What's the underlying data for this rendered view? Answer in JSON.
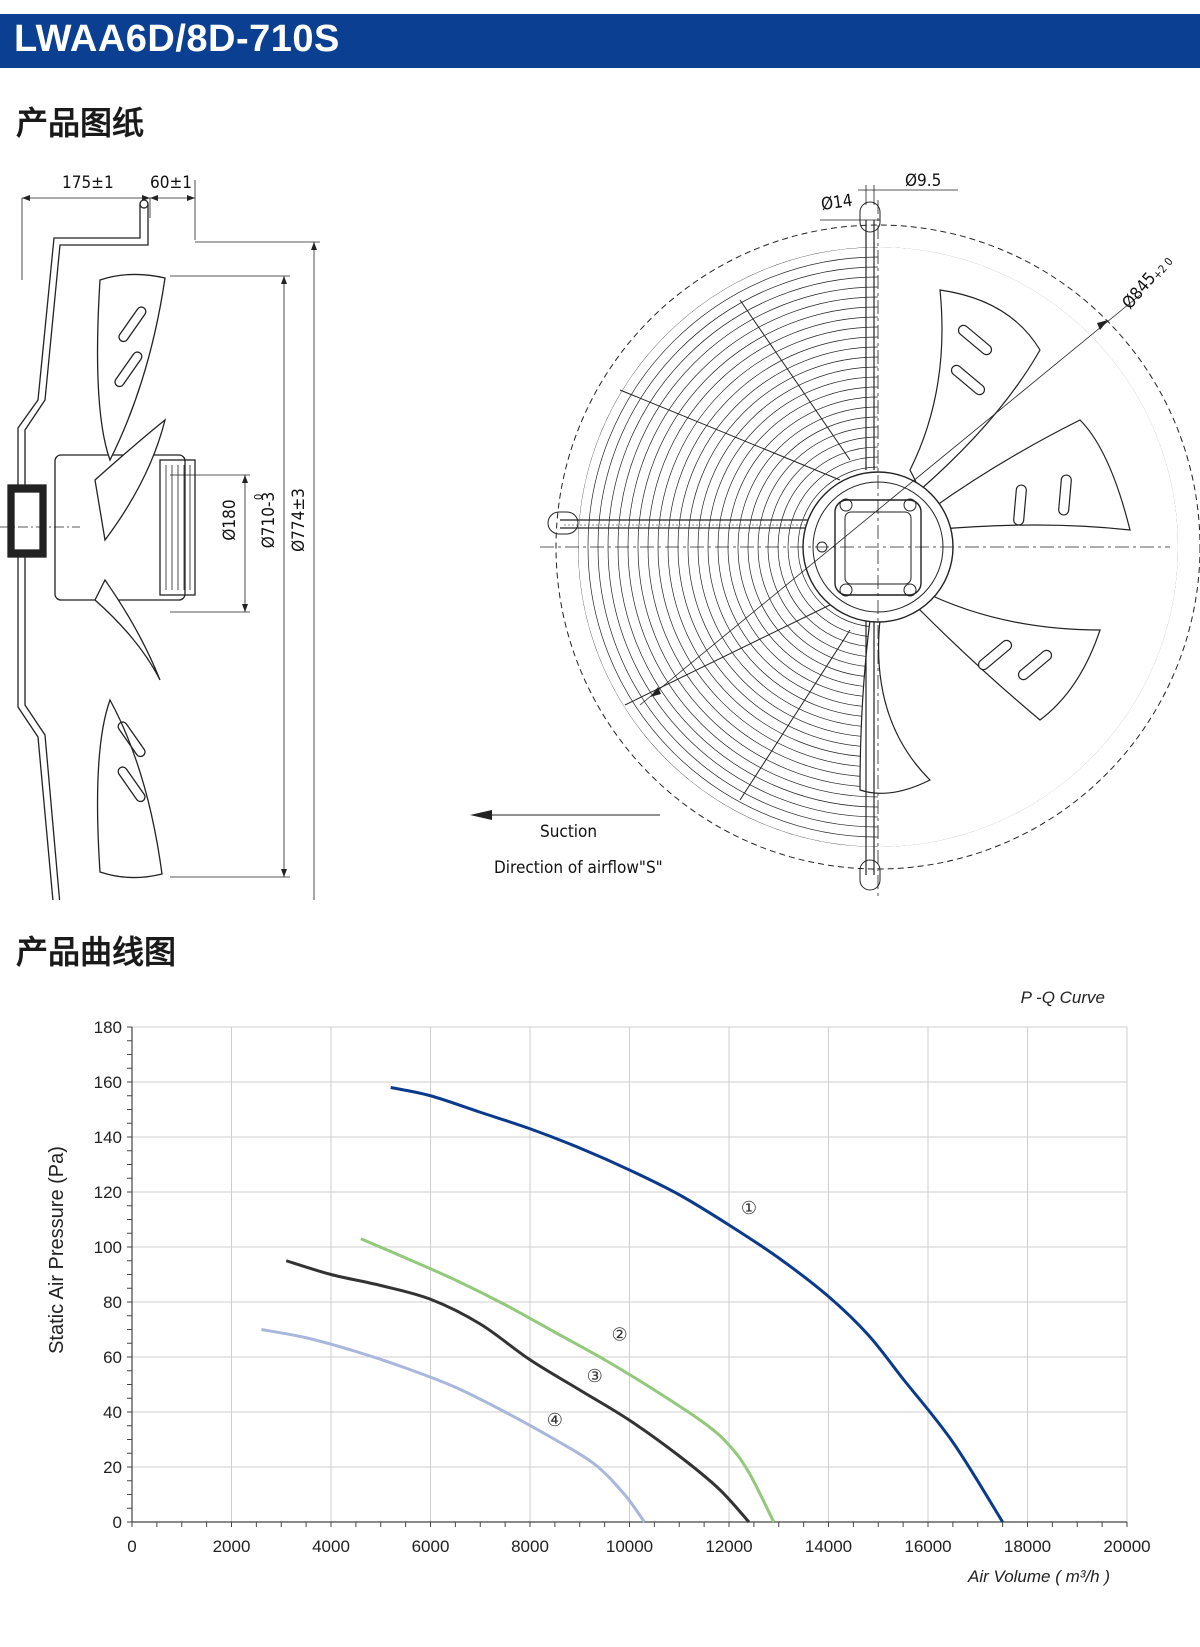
{
  "header": {
    "title": "LWAA6D/8D-710S",
    "color": "#0b3f91"
  },
  "drawing_section": {
    "title": "产品图纸",
    "side_view": {
      "dim_175": "175±1",
      "dim_60": "60±1",
      "dim_180": "Ø180",
      "dim_710": "Ø710-3",
      "dim_710_tol": "0",
      "dim_774": "Ø774±3"
    },
    "front_view": {
      "dim_14": "Ø14",
      "dim_9_5": "Ø9.5",
      "dim_845": "Ø845",
      "dim_845_tol": "+2 0",
      "suction_label": "Suction",
      "airflow_label": "Direction of airflow\"S\""
    }
  },
  "curve_section": {
    "title": "产品曲线图"
  },
  "chart_data": {
    "type": "line",
    "title": "P -Q Curve",
    "xlabel": "Air Volume ( m³/h )",
    "ylabel": "Static Air Pressure  (Pa)",
    "xlim": [
      0,
      20000
    ],
    "ylim": [
      0,
      180
    ],
    "x_ticks": [
      "0",
      "2000",
      "4000",
      "6000",
      "8000",
      "10000",
      "12000",
      "14000",
      "16000",
      "18000",
      "20000"
    ],
    "y_ticks": [
      "0",
      "20",
      "40",
      "60",
      "80",
      "100",
      "120",
      "140",
      "160",
      "180"
    ],
    "grid": true,
    "series": [
      {
        "name": "①",
        "color": "#0b3a8c",
        "x": [
          5200,
          6000,
          7000,
          8000,
          9000,
          10000,
          11000,
          12000,
          13000,
          14000,
          14800,
          15500,
          16500,
          17500
        ],
        "y": [
          158,
          155,
          149,
          143,
          136,
          128,
          119,
          108,
          96,
          82,
          68,
          52,
          29,
          0
        ]
      },
      {
        "name": "②",
        "color": "#92c97a",
        "x": [
          4600,
          5500,
          6500,
          7500,
          8500,
          9500,
          10500,
          11500,
          12000,
          12400,
          12900
        ],
        "y": [
          103,
          96,
          88,
          79,
          69,
          59,
          48,
          36,
          28,
          18,
          0
        ]
      },
      {
        "name": "③",
        "color": "#333333",
        "x": [
          3100,
          4000,
          5000,
          6000,
          7000,
          8000,
          9000,
          10000,
          11000,
          11800,
          12400
        ],
        "y": [
          95,
          90,
          86,
          81,
          72,
          59,
          48,
          37,
          24,
          12,
          0
        ]
      },
      {
        "name": "④",
        "color": "#a9b7dc",
        "x": [
          2600,
          3500,
          4500,
          5500,
          6500,
          7500,
          8500,
          9300,
          9900,
          10300
        ],
        "y": [
          70,
          67,
          62,
          56,
          49,
          40,
          30,
          21,
          10,
          0
        ]
      }
    ],
    "series_label_positions": [
      {
        "label": "①",
        "x": 12400,
        "y": 112
      },
      {
        "label": "②",
        "x": 9800,
        "y": 66
      },
      {
        "label": "③",
        "x": 9300,
        "y": 51
      },
      {
        "label": "④",
        "x": 8500,
        "y": 35
      }
    ]
  }
}
